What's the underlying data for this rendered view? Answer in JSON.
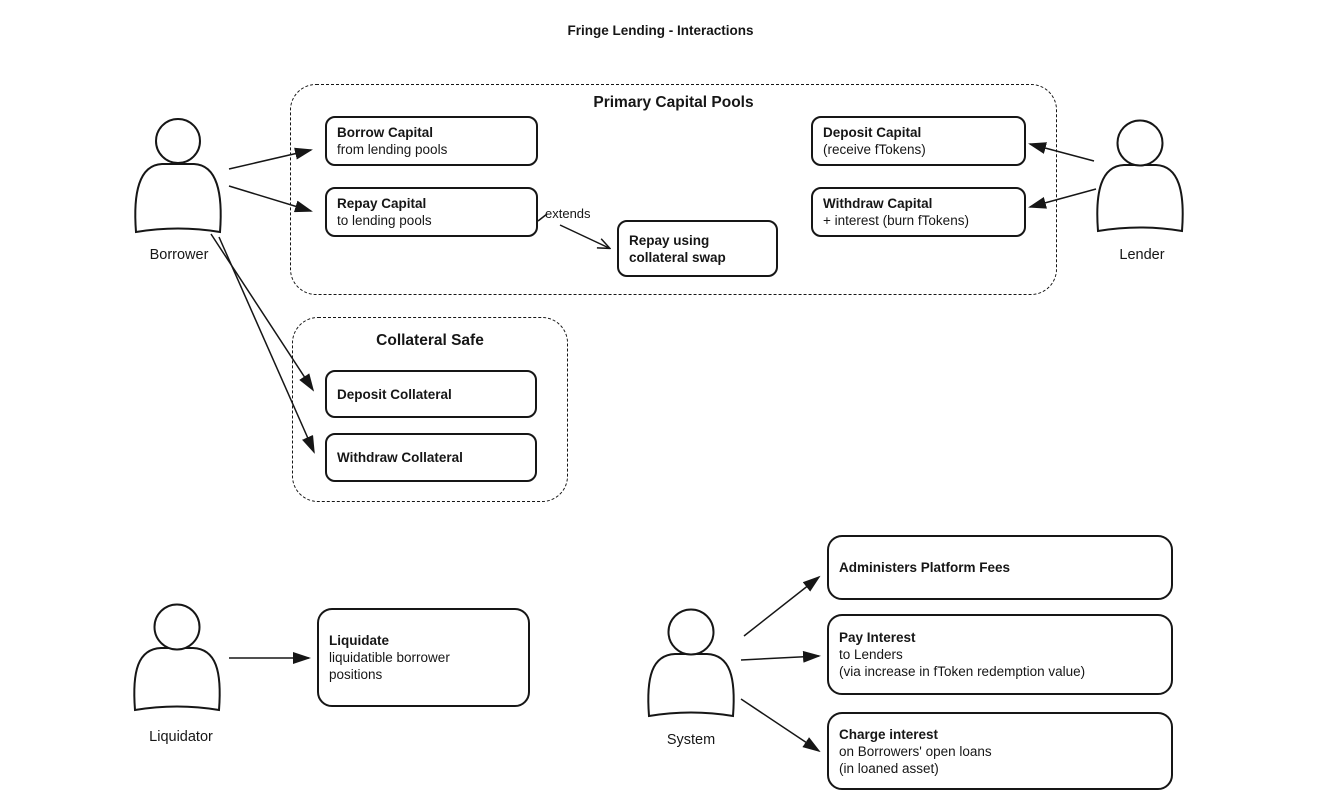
{
  "diagram": {
    "title": "Fringe Lending - Interactions",
    "colors": {
      "stroke": "#161616",
      "background": "#ffffff",
      "text": "#161616"
    },
    "containers": {
      "primary_pools": {
        "label": "Primary Capital Pools"
      },
      "collateral_safe": {
        "label": "Collateral Safe"
      }
    },
    "actors": {
      "borrower": {
        "label": "Borrower"
      },
      "lender": {
        "label": "Lender"
      },
      "liquidator": {
        "label": "Liquidator"
      },
      "system": {
        "label": "System"
      }
    },
    "use_cases": {
      "borrow_capital": {
        "title": "Borrow Capital",
        "subtitle": "from lending pools"
      },
      "repay_capital": {
        "title": "Repay Capital",
        "subtitle": "to lending pools"
      },
      "repay_collateral_swap": {
        "title": "Repay using",
        "subtitle": "collateral swap"
      },
      "deposit_capital": {
        "title": "Deposit Capital",
        "subtitle": "(receive fTokens)"
      },
      "withdraw_capital": {
        "title": "Withdraw Capital",
        "subtitle": "+ interest (burn fTokens)"
      },
      "deposit_collateral": {
        "title": "Deposit Collateral"
      },
      "withdraw_collateral": {
        "title": "Withdraw Collateral"
      },
      "liquidate": {
        "title": "Liquidate",
        "line1": "liquidatible borrower",
        "line2": "positions"
      },
      "administers_platform_fees": {
        "title": "Administers Platform Fees"
      },
      "pay_interest": {
        "title": "Pay Interest",
        "line1": "to Lenders",
        "line2": "(via increase in fToken redemption value)"
      },
      "charge_interest": {
        "title": "Charge interest",
        "line1": "on Borrowers' open loans",
        "line2": "(in loaned asset)"
      }
    },
    "annotations": {
      "extends": "extends"
    }
  }
}
